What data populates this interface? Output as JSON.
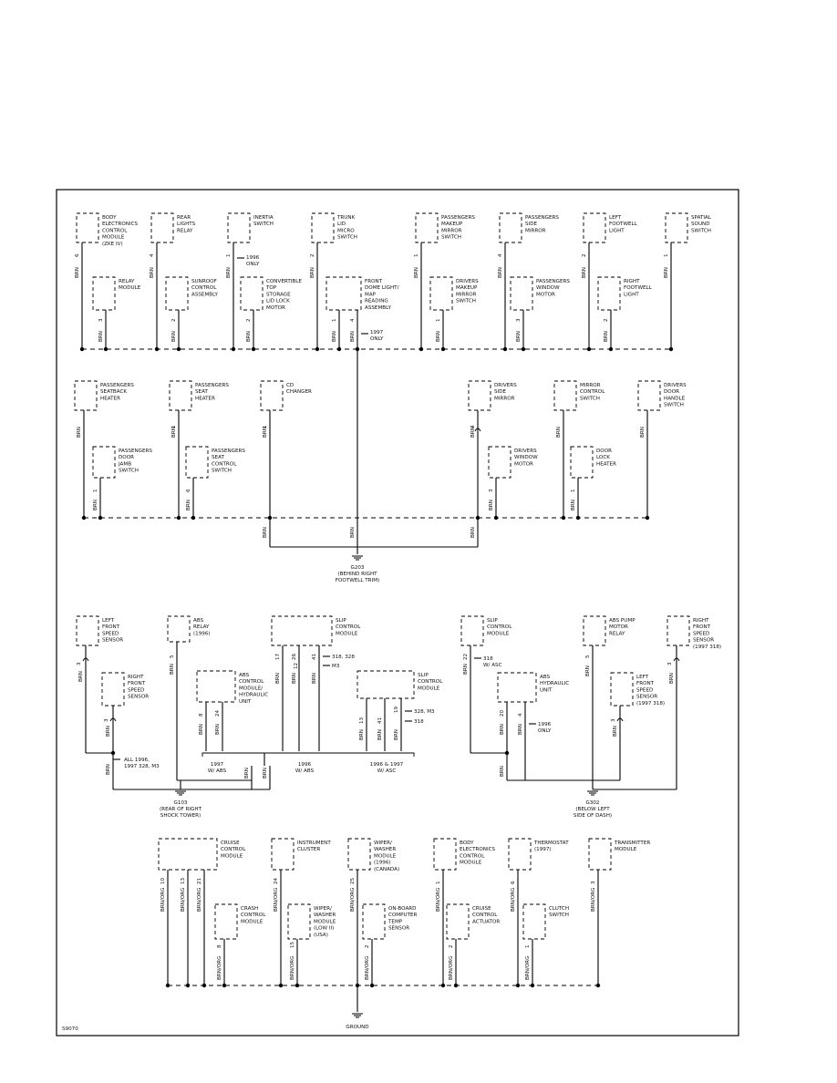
{
  "figure_id": "S9070",
  "row1": {
    "components": [
      {
        "id": "bec",
        "lines": [
          "BODY",
          "ELECTRONICS",
          "CONTROL",
          "MODULE",
          "(ZKE IV)"
        ],
        "pin": "6",
        "wire": "BRN"
      },
      {
        "id": "rear-lights",
        "lines": [
          "REAR",
          "LIGHTS",
          "RELAY"
        ],
        "pin": "4",
        "wire": "BRN"
      },
      {
        "id": "inertia",
        "lines": [
          "INERTIA",
          "SWITCH"
        ],
        "pin": "1",
        "wire": "BRN",
        "note": [
          "1996",
          "ONLY"
        ]
      },
      {
        "id": "trunk",
        "lines": [
          "TRUNK",
          "LID",
          "MICRO",
          "SWITCH"
        ],
        "pin": "2",
        "wire": "BRN"
      },
      {
        "id": "pass-makeup",
        "lines": [
          "PASSENGERS",
          "MAKEUP",
          "MIRROR",
          "SWITCH"
        ],
        "pin": "1",
        "wire": "BRN"
      },
      {
        "id": "pass-mirror",
        "lines": [
          "PASSENGERS",
          "SIDE",
          "MIRROR"
        ],
        "pin": "4",
        "wire": "BRN"
      },
      {
        "id": "left-footwell",
        "lines": [
          "LEFT",
          "FOOTWELL",
          "LIGHT"
        ],
        "pin": "2",
        "wire": "BRN"
      },
      {
        "id": "spatial",
        "lines": [
          "SPATIAL",
          "SOUND",
          "SWITCH"
        ],
        "pin": "1",
        "wire": "BRN"
      }
    ],
    "lower": [
      {
        "id": "relay-mod",
        "lines": [
          "RELAY",
          "MODULE"
        ],
        "pin": "3",
        "wire": "BRN"
      },
      {
        "id": "sunroof",
        "lines": [
          "SUNROOF",
          "CONTROL",
          "ASSEMBLY"
        ],
        "pin": "2",
        "wire": "BRN"
      },
      {
        "id": "conv-top",
        "lines": [
          "CONVERTIBLE",
          "TOP",
          "STORAGE",
          "LID LOCK",
          "MOTOR"
        ],
        "pin": "2",
        "wire": "BRN"
      },
      {
        "id": "front-dome",
        "lines": [
          "FRONT",
          "DOME LIGHT/",
          "MAP",
          "READING",
          "ASSEMBLY"
        ],
        "pins": [
          "1",
          "4"
        ],
        "wire": "BRN",
        "note": [
          "1997",
          "ONLY"
        ]
      },
      {
        "id": "drv-makeup",
        "lines": [
          "DRIVERS",
          "MAKEUP",
          "MIRROR",
          "SWITCH"
        ],
        "pin": "1",
        "wire": "BRN"
      },
      {
        "id": "pass-window",
        "lines": [
          "PASSENGERS",
          "WINDOW",
          "MOTOR"
        ],
        "pin": "3",
        "wire": "BRN"
      },
      {
        "id": "right-footwell",
        "lines": [
          "RIGHT",
          "FOOTWELL",
          "LIGHT"
        ],
        "pin": "2",
        "wire": "BRN"
      }
    ]
  },
  "row2": {
    "components": [
      {
        "id": "pass-seatback",
        "lines": [
          "PASSENGERS",
          "SEATBACK",
          "HEATER"
        ],
        "pin": "",
        "wire": "BRN"
      },
      {
        "id": "pass-seat-heater",
        "lines": [
          "PASSENGERS",
          "SEAT",
          "HEATER"
        ],
        "pin": "1",
        "wire": "BRN"
      },
      {
        "id": "cd-changer",
        "lines": [
          "CD",
          "CHANGER"
        ],
        "pin": "1",
        "wire": "BRN"
      },
      {
        "id": "drv-side-mirror",
        "lines": [
          "DRIVERS",
          "SIDE",
          "MIRROR"
        ],
        "pin": "4",
        "wire": "BRN"
      },
      {
        "id": "mirror-ctrl",
        "lines": [
          "MIRROR",
          "CONTROL",
          "SWITCH"
        ],
        "pin": "",
        "wire": "BRN"
      },
      {
        "id": "drv-door-handle",
        "lines": [
          "DRIVERS",
          "DOOR",
          "HANDLE",
          "SWITCH"
        ],
        "pin": "",
        "wire": "BRN"
      }
    ],
    "lower": [
      {
        "id": "pass-door-jamb",
        "lines": [
          "PASSENGERS",
          "DOOR",
          "JAMB",
          "SWITCH"
        ],
        "pin": "1",
        "wire": "BRN"
      },
      {
        "id": "pass-seat-ctrl",
        "lines": [
          "PASSENGERS",
          "SEAT",
          "CONTROL",
          "SWITCH"
        ],
        "pin": "6",
        "wire": "BRN"
      },
      {
        "id": "drv-window",
        "lines": [
          "DRIVERS",
          "WINDOW",
          "MOTOR"
        ],
        "pin": "3",
        "wire": "BRN"
      },
      {
        "id": "door-lock",
        "lines": [
          "DOOR",
          "LOCK",
          "HEATER"
        ],
        "pin": "1",
        "wire": "BRN"
      }
    ],
    "ground": {
      "name": "G203",
      "lines": [
        "(BEHIND RIGHT",
        "FOOTWELL TRIM)"
      ]
    },
    "trunk_wires": [
      "BRN",
      "BRN",
      "BRN"
    ]
  },
  "row3": {
    "left_front_sensor": {
      "lines": [
        "LEFT",
        "FRONT",
        "SPEED",
        "SENSOR"
      ],
      "pin": "3",
      "wire": "BRN"
    },
    "right_front_sensor": {
      "lines": [
        "RIGHT",
        "FRONT",
        "SPEED",
        "SENSOR"
      ],
      "pin": "3",
      "wire": "BRN"
    },
    "abs_relay": {
      "lines": [
        "ABS",
        "RELAY",
        "(1996)"
      ],
      "pin": "5",
      "wire": "BRN"
    },
    "abs_ctrl": {
      "lines": [
        "ABS",
        "CONTROL",
        "MODULE/",
        "HYDRAULIC",
        "UNIT"
      ],
      "pins": [
        "8",
        "24"
      ],
      "wires": [
        "BRN",
        "BRN"
      ]
    },
    "slip_ctrl": {
      "lines": [
        "SLIP",
        "CONTROL",
        "MODULE"
      ],
      "pins": [
        "17",
        "26",
        "41"
      ],
      "pin_note": "318, 328",
      "pin_note2": "M3",
      "sub_pin": "12",
      "wires": [
        "BRN",
        "BRN",
        "BRN"
      ]
    },
    "slip_ctrl2": {
      "lines": [
        "SLIP",
        "CONTROL",
        "MODULE"
      ],
      "pins": [
        "13",
        "41",
        "19"
      ],
      "note1": "328, M3",
      "note2": "318",
      "wires": [
        "BRN",
        "BRN",
        "BRN"
      ]
    },
    "group_labels": [
      [
        "1997",
        "W/ ABS"
      ],
      [
        "1996",
        "W/ ABS"
      ],
      [
        "1996 & 1997",
        "W/ ASC"
      ]
    ],
    "splice_note": [
      "ALL 1996,",
      "1997 328, M3"
    ],
    "ground": {
      "name": "G103",
      "lines": [
        "(REAR OF RIGHT",
        "SHOCK TOWER)"
      ]
    },
    "ground_wires": [
      "BRN",
      "BRN",
      "BRN"
    ],
    "right": {
      "slip": {
        "lines": [
          "SLIP",
          "CONTROL",
          "MODULE"
        ],
        "pin": "22",
        "wire": "BRN",
        "note": [
          "318",
          "W/ ASC"
        ]
      },
      "abs_hyd": {
        "lines": [
          "ABS",
          "HYDRAULIC",
          "UNIT"
        ],
        "pins": [
          "20",
          "4"
        ],
        "wires": [
          "BRN",
          "BRN"
        ],
        "note": [
          "1996",
          "ONLY"
        ]
      },
      "abs_pump": {
        "lines": [
          "ABS PUMP",
          "MOTOR",
          "RELAY"
        ],
        "pin": "5",
        "wire": "BRN"
      },
      "left_front": {
        "lines": [
          "LEFT",
          "FRONT",
          "SPEED",
          "SENSOR",
          "(1997 318)"
        ],
        "pin": "3",
        "wire": "BRN"
      },
      "right_front": {
        "lines": [
          "RIGHT",
          "FRONT",
          "SPEED",
          "SENSOR",
          "(1997 318)"
        ],
        "pin": "3",
        "wire": "BRN"
      },
      "ground": {
        "name": "G302",
        "lines": [
          "(BELOW LEFT",
          "SIDE OF DASH)"
        ]
      },
      "ground_wire": "BRN"
    }
  },
  "row4": {
    "components": [
      {
        "id": "cruise",
        "lines": [
          "CRUISE",
          "CONTROL",
          "MODULE"
        ],
        "pins": [
          "10",
          "13",
          "21"
        ],
        "wire": "BRN/ORG"
      },
      {
        "id": "cluster",
        "lines": [
          "INSTRUMENT",
          "CLUSTER"
        ],
        "pin": "24",
        "wire": "BRN/ORG"
      },
      {
        "id": "wiper-can",
        "lines": [
          "WIPER/",
          "WASHER",
          "MODULE",
          "(1996)",
          "(CANADA)"
        ],
        "pin": "25",
        "wire": "BRN/ORG"
      },
      {
        "id": "bec2",
        "lines": [
          "BODY",
          "ELECTRONICS",
          "CONTROL",
          "MODULE"
        ],
        "pin": "1",
        "wire": "BRN/ORG"
      },
      {
        "id": "thermostat",
        "lines": [
          "THERMOSTAT",
          "(1997)"
        ],
        "pin": "6",
        "wire": "BRN/ORG"
      },
      {
        "id": "transmitter",
        "lines": [
          "TRANSMITTER",
          "MODULE"
        ],
        "pin": "3",
        "wire": "BRN/ORG"
      }
    ],
    "lower": [
      {
        "id": "crash",
        "lines": [
          "CRASH",
          "CONTROL",
          "MODULE"
        ],
        "pin": "8",
        "wire": "BRN/ORG"
      },
      {
        "id": "wiper-usa",
        "lines": [
          "WIPER/",
          "WASHER",
          "MODULE",
          "(LOW II)",
          "(USA)"
        ],
        "pin": "15",
        "wire": "BRN/ORG"
      },
      {
        "id": "obc-temp",
        "lines": [
          "ON-BOARD",
          "COMPUTER",
          "TEMP",
          "SENSOR"
        ],
        "pin": "2",
        "wire": "BRN/ORG"
      },
      {
        "id": "cruise-act",
        "lines": [
          "CRUISE",
          "CONTROL",
          "ACTUATOR"
        ],
        "pin": "2",
        "wire": "BRN/ORG"
      },
      {
        "id": "clutch",
        "lines": [
          "CLUTCH",
          "SWITCH"
        ],
        "pin": "1",
        "wire": "BRN/ORG"
      }
    ],
    "ground_label": "GROUND"
  }
}
